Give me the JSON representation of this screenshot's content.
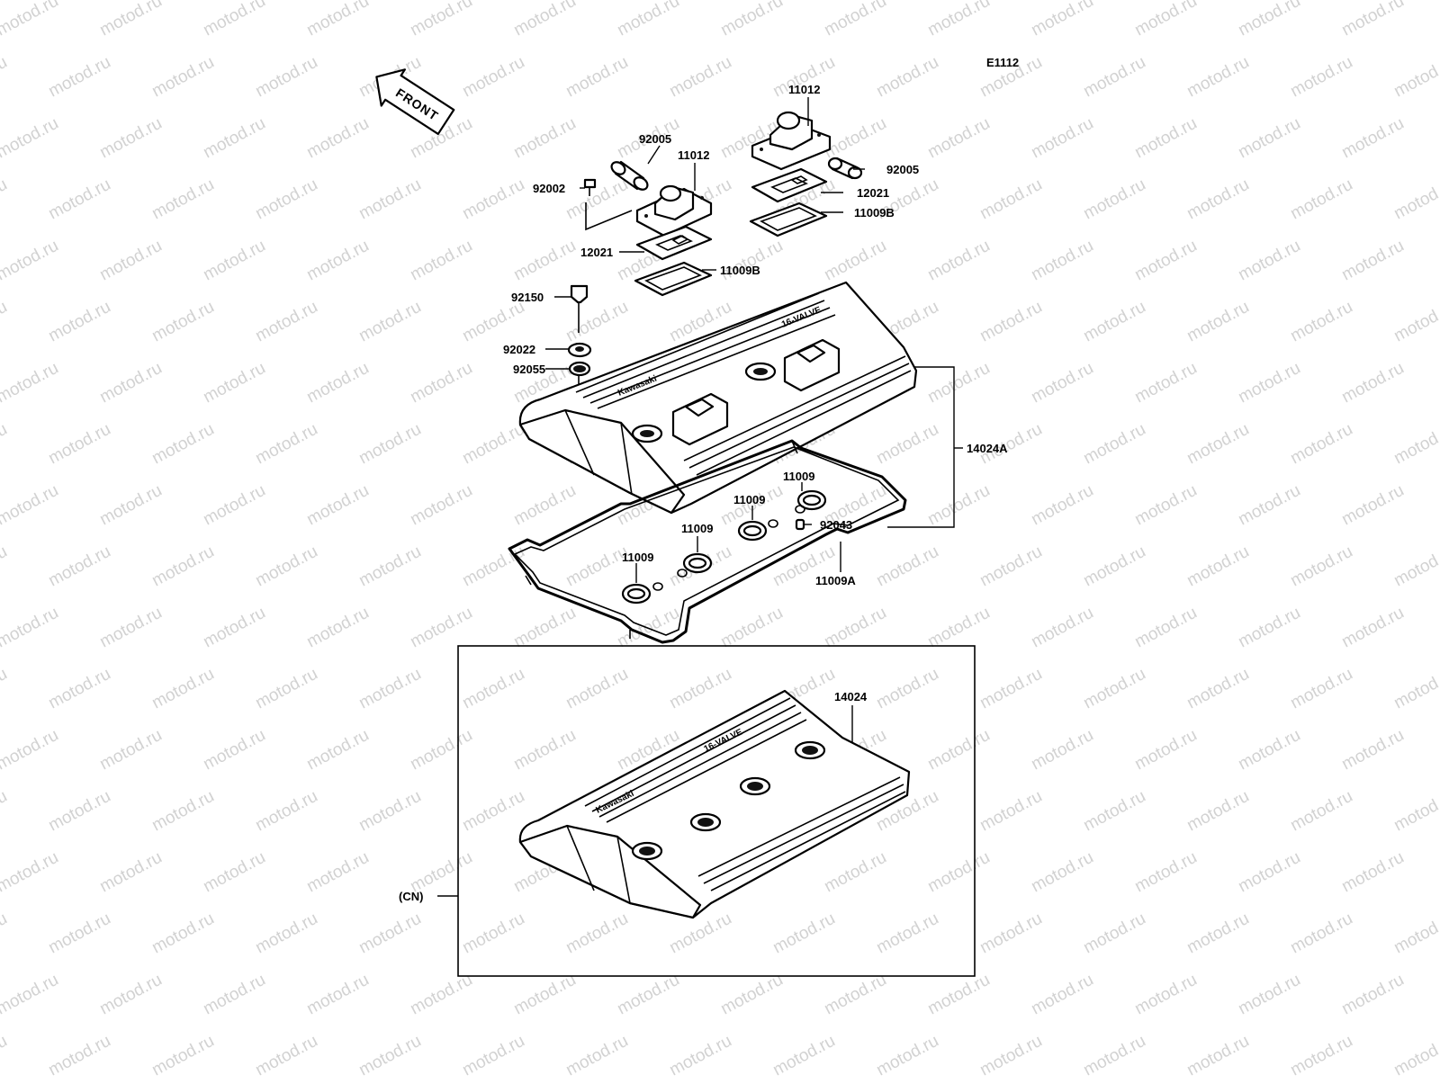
{
  "page": {
    "diagram_code": "E1112",
    "front_arrow_text": "FRONT",
    "watermark": "motod.ru"
  },
  "labels": {
    "l11012a": "11012",
    "l92005a": "92005",
    "l11012b": "11012",
    "l92005b": "92005",
    "l92002": "92002",
    "l12021a": "12021",
    "l12021b": "12021",
    "l11009Ba": "11009B",
    "l11009Bb": "11009B",
    "l92150": "92150",
    "l92022": "92022",
    "l92055": "92055",
    "l14024A": "14024A",
    "l11009a": "11009",
    "l11009b": "11009",
    "l11009c": "11009",
    "l11009d": "11009",
    "l92043": "92043",
    "l11009A": "11009A",
    "l14024": "14024",
    "lCN": "(CN)"
  },
  "cover_markings": {
    "brand": "Kawasaki",
    "model": "16-VALVE"
  },
  "colors": {
    "line": "#000000",
    "background": "#ffffff",
    "watermark": "#d2d2d2"
  }
}
